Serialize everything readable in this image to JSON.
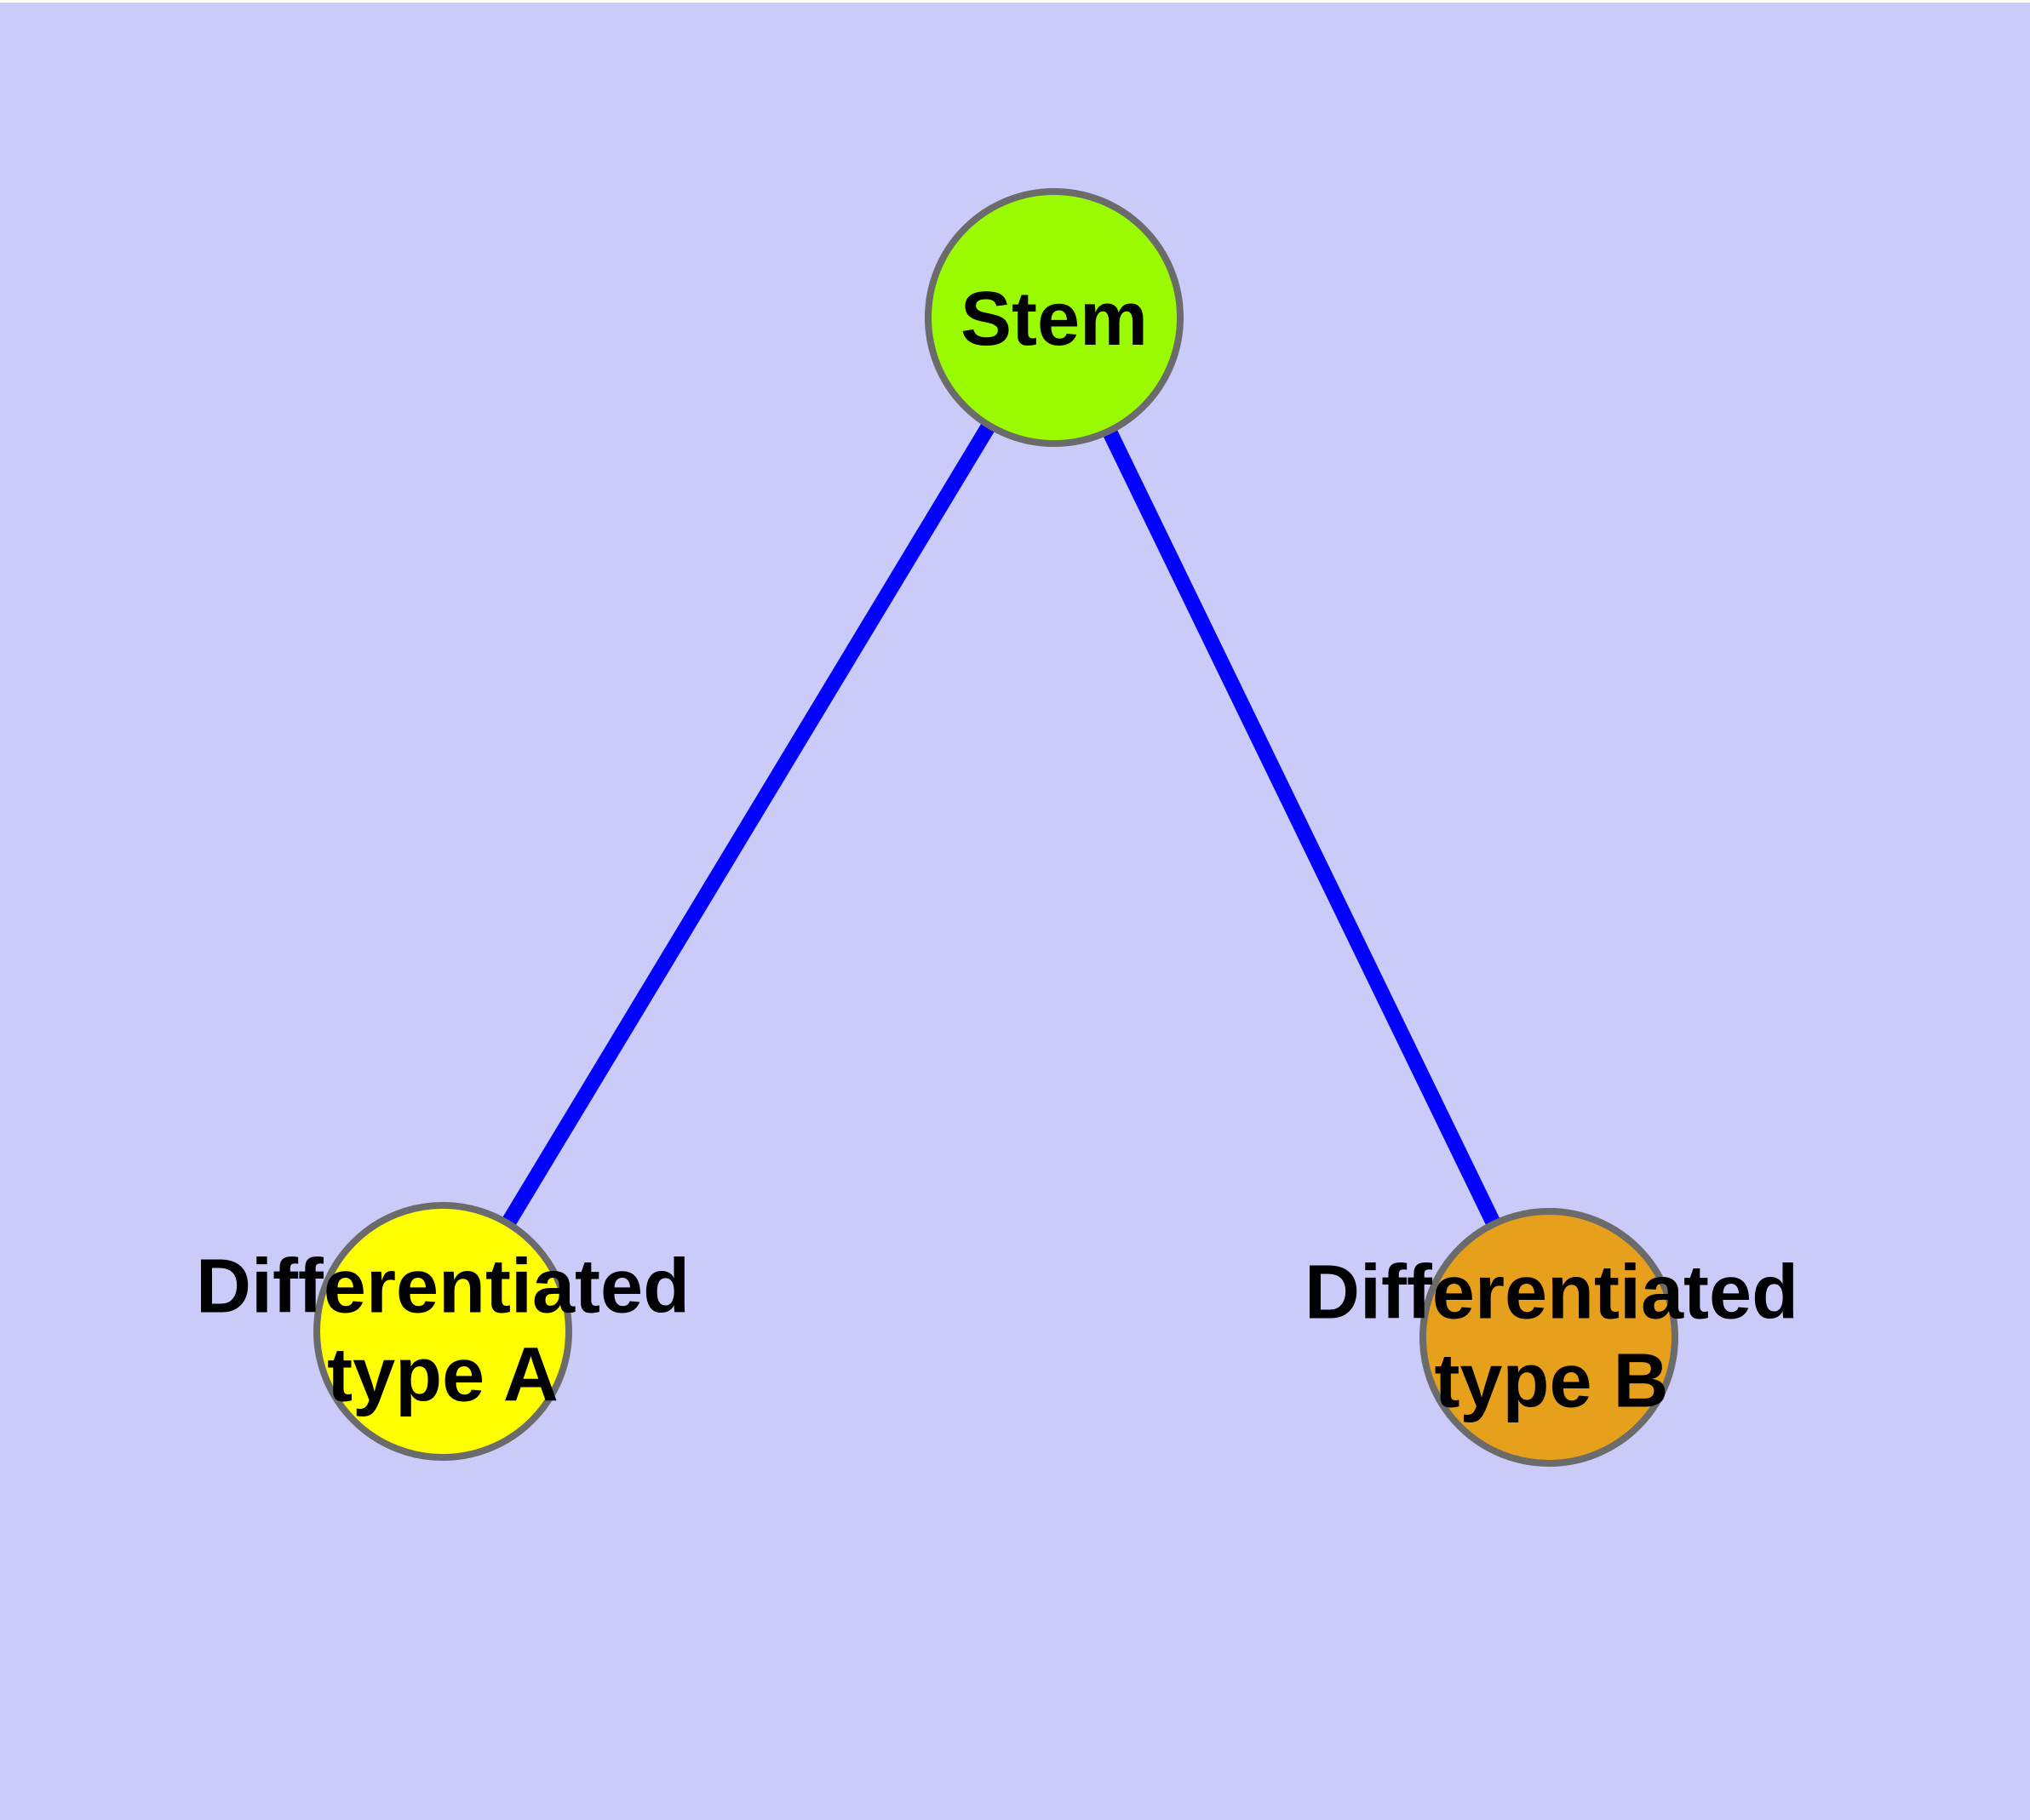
{
  "figure": {
    "background_color": "#cbcbf9",
    "margin_color": "#ffffff"
  },
  "diagram": {
    "kind": "node-link-graph",
    "node_border_color": "#6b6b6b",
    "edge_color": "#0202fd",
    "nodes": [
      {
        "id": "stem",
        "label": "Stem",
        "lines": [
          "Stem"
        ],
        "color": "#9afb00"
      },
      {
        "id": "differentiated-type-a",
        "label": "Differentiated type A",
        "lines": [
          "Differentiated",
          "type A"
        ],
        "color": "#ffff00"
      },
      {
        "id": "differentiated-type-b",
        "label": "Differentiated type B",
        "lines": [
          "Differentiated",
          "type B"
        ],
        "color": "#e6a01c"
      }
    ],
    "edges": [
      {
        "from": "stem",
        "to": "differentiated-type-a"
      },
      {
        "from": "stem",
        "to": "differentiated-type-b"
      }
    ]
  }
}
